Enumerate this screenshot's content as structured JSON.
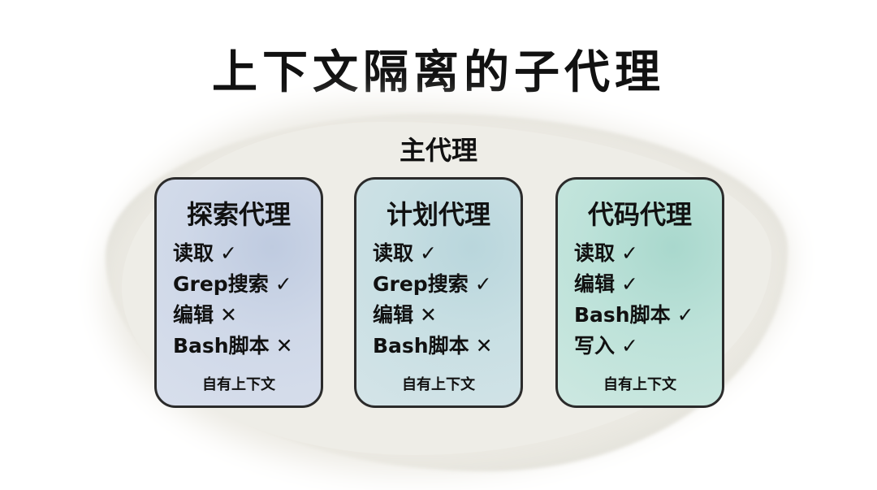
{
  "title": "上下文隔离的子代理",
  "main_agent": "主代理",
  "colors": {
    "explore": "#c9d3e4",
    "plan": "#c6dde0",
    "code": "#b9dfd6",
    "border": "#2b2b2b",
    "wash": "#ecebe4"
  },
  "cards": [
    {
      "title": "探索代理",
      "items": [
        {
          "label": "读取",
          "mark": "✓"
        },
        {
          "label": "Grep搜索",
          "mark": "✓"
        },
        {
          "label": "编辑",
          "mark": "✕"
        },
        {
          "label": "Bash脚本",
          "mark": "✕"
        }
      ],
      "footer": "自有上下文"
    },
    {
      "title": "计划代理",
      "items": [
        {
          "label": "读取",
          "mark": "✓"
        },
        {
          "label": "Grep搜索",
          "mark": "✓"
        },
        {
          "label": "编辑",
          "mark": "✕"
        },
        {
          "label": "Bash脚本",
          "mark": "✕"
        }
      ],
      "footer": "自有上下文"
    },
    {
      "title": "代码代理",
      "items": [
        {
          "label": "读取",
          "mark": "✓"
        },
        {
          "label": "编辑",
          "mark": "✓"
        },
        {
          "label": "Bash脚本",
          "mark": "✓"
        },
        {
          "label": "写入",
          "mark": "✓"
        }
      ],
      "footer": "自有上下文"
    }
  ]
}
